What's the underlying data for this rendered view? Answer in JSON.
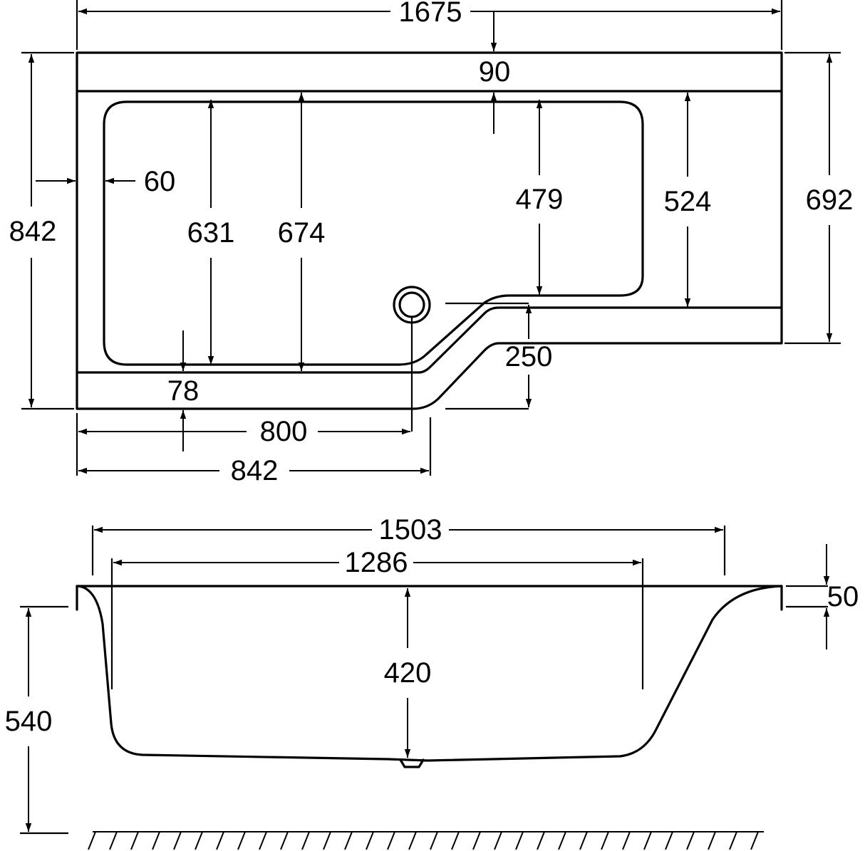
{
  "dimensions": {
    "overall_length": "1675",
    "rim_back": "90",
    "overall_width": "842",
    "wall_left": "60",
    "inner_width_631": "631",
    "inner_width_674": "674",
    "inner_width_479": "479",
    "inner_width_524": "524",
    "rear_width_692": "692",
    "front_rim": "78",
    "step_250": "250",
    "waste_position": "800",
    "front_width": "842",
    "internal_length_top": "1503",
    "internal_length_bottom": "1286",
    "depth": "420",
    "rim_height": "50",
    "floor_height": "540"
  }
}
